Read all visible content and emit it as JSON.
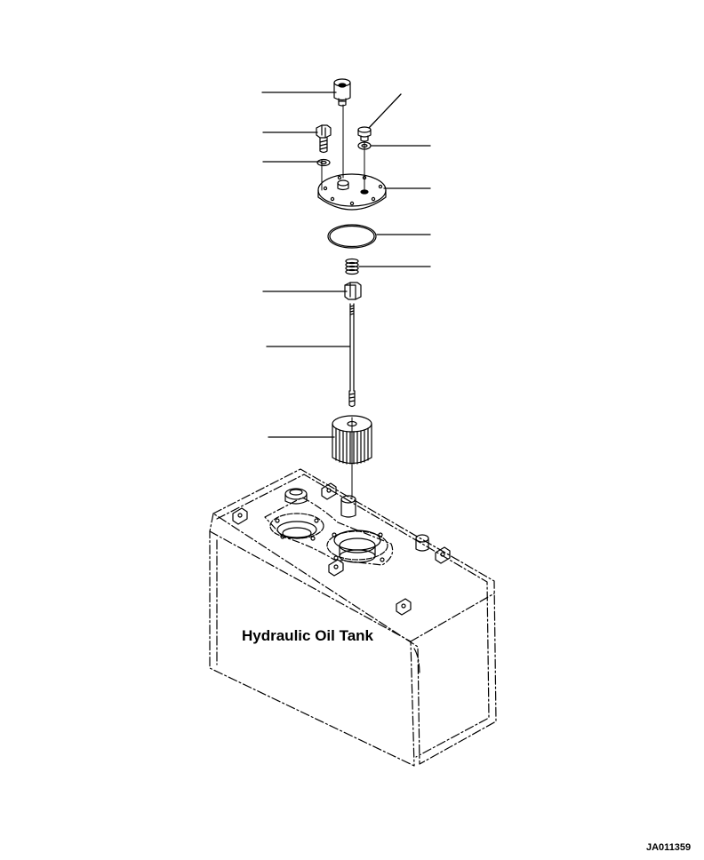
{
  "diagram": {
    "tank_label": "Hydraulic Oil Tank",
    "drawing_id": "JA011359"
  },
  "parts": [
    {
      "name": "breather-cap"
    },
    {
      "name": "plug"
    },
    {
      "name": "bolt"
    },
    {
      "name": "o-ring-small"
    },
    {
      "name": "washer"
    },
    {
      "name": "cover-plate"
    },
    {
      "name": "o-ring-large"
    },
    {
      "name": "spring"
    },
    {
      "name": "nut"
    },
    {
      "name": "rod"
    },
    {
      "name": "strainer-element"
    }
  ]
}
